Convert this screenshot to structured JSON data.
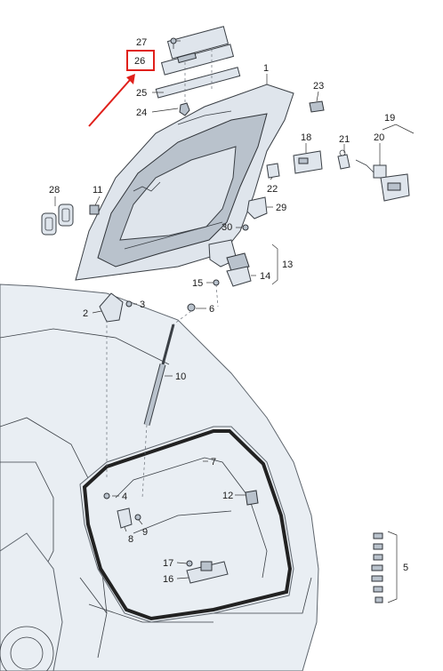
{
  "labels": {
    "l1": "1",
    "l2": "2",
    "l3": "3",
    "l4": "4",
    "l5": "5",
    "l6": "6",
    "l7": "7",
    "l8": "8",
    "l9": "9",
    "l10": "10",
    "l11": "11",
    "l12": "12",
    "l13": "13",
    "l14": "14",
    "l15": "15",
    "l16": "16",
    "l17": "17",
    "l18": "18",
    "l19": "19",
    "l20": "20",
    "l21": "21",
    "l22": "22",
    "l23": "23",
    "l24": "24",
    "l25": "25",
    "l26": "26",
    "l27": "27",
    "l28": "28",
    "l29": "29",
    "l30": "30"
  },
  "highlight": {
    "part": "26",
    "color": "#e0201b"
  }
}
